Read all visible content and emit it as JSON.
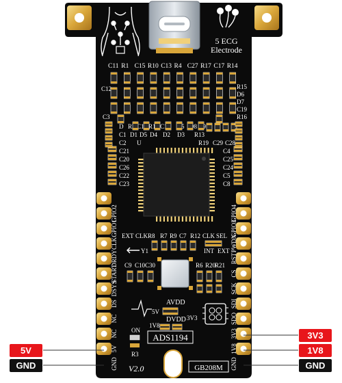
{
  "board": {
    "silkscreen": {
      "electrode_title_line1": "5 ECG",
      "electrode_title_line2": "Electrode",
      "top_row_labels": [
        "C11",
        "R1",
        "C15",
        "R10",
        "C13",
        "R4",
        "C27",
        "R17",
        "C17",
        "R14"
      ],
      "right_labels": [
        "R15",
        "D6",
        "D7",
        "C19",
        "R16"
      ],
      "left_label_c12": "C12",
      "left_label_c3": "C3",
      "mid_row_a": [
        "D",
        "R2",
        "C16",
        "R11",
        "C14",
        "R5",
        "D8",
        "D9"
      ],
      "mid_row_b": [
        "C1",
        "D1",
        "D5",
        "D4",
        "D2",
        "D3",
        "R13"
      ],
      "mid_row_c": [
        "C2",
        "U",
        "R19",
        "C29",
        "C28"
      ],
      "left_col_labels": [
        "C21",
        "C20",
        "C26",
        "C22",
        "C23"
      ],
      "right_col_labels": [
        "C4",
        "C25",
        "C24",
        "C5",
        "C8"
      ],
      "left_pin_labels": [
        "GND",
        "5V",
        "NC",
        "NC",
        "DS",
        "DSYS",
        "START",
        "DRDY",
        "CLK",
        "GPIO1",
        "GPIO2"
      ],
      "right_pin_labels": [
        "GND",
        "1V8",
        "3V3",
        "SDO",
        "SDI",
        "SCK",
        "CS",
        "RST",
        "PWDN",
        "GPIO3",
        "GPIO4"
      ],
      "clk_row": [
        "EXT",
        "CLK",
        "R8",
        "R7",
        "R9",
        "C7",
        "R12",
        "CLK",
        "SEL"
      ],
      "y1_label": "Y1",
      "int_label": "INT",
      "ext_label": "EXT",
      "cap_row": [
        "C9",
        "C10",
        "C30"
      ],
      "r_row": [
        "R6",
        "R20",
        "R21"
      ],
      "avdd_label": "AVDD",
      "dvdd_label": "DVDD",
      "label_5v": "5V",
      "label_3v3": "3V3",
      "label_1v8": "1V8",
      "on_label": "ON",
      "r3_label": "R3",
      "chip_name": "ADS1194",
      "version": "V2.0",
      "model": "GB208M"
    },
    "callouts": {
      "left_5v": "5V",
      "left_gnd": "GND",
      "right_3v3": "3V3",
      "right_1v8": "1V8",
      "right_gnd": "GND"
    },
    "colors": {
      "board": "#0b0b0b",
      "gold": "#d9a63a",
      "gold_light": "#f1d27a",
      "silk": "#ffffff",
      "callout_red": "#e8161b",
      "callout_black": "#111111",
      "wire": "#333333"
    }
  }
}
